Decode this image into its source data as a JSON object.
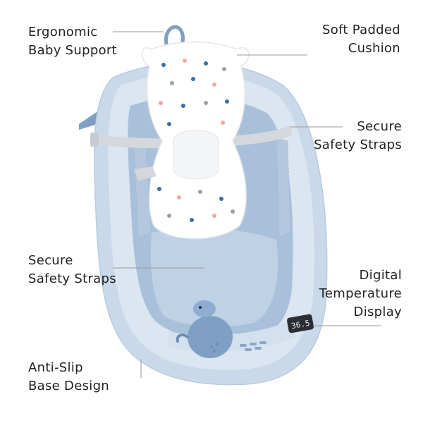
{
  "callouts": {
    "ergonomic": {
      "line1": "Ergonomic",
      "line2": "Baby Support"
    },
    "soft_padded": {
      "line1": "Soft Padded",
      "line2": "Cushion"
    },
    "secure_right": {
      "line1": "Secure",
      "line2": "Safety Straps"
    },
    "secure_left": {
      "line1": "Secure",
      "line2": "Safety Straps"
    },
    "digital_temp": {
      "line1": "Digital",
      "line2": "Temperature",
      "line3": "Display"
    },
    "anti_slip": {
      "line1": "Anti-Slip",
      "line2": "Base Design"
    }
  },
  "display": {
    "reading": "36.5"
  },
  "colors": {
    "tub_outer": "#c9d9ea",
    "tub_inner": "#a9c0da",
    "tub_rim": "#dbe6f1",
    "leg": "#7f9fc4",
    "cushion": "#ffffff",
    "strap": "#d4d8dc",
    "star_blue": "#3d6ea8",
    "star_pink": "#f0a9a0",
    "star_gray": "#9aa3ad",
    "leader": "#999999"
  },
  "icons": {
    "hanging_loop": "hanging-loop-icon",
    "whale_toy": "whale-toy-icon",
    "thermometer_display": "thermometer-display-icon"
  }
}
